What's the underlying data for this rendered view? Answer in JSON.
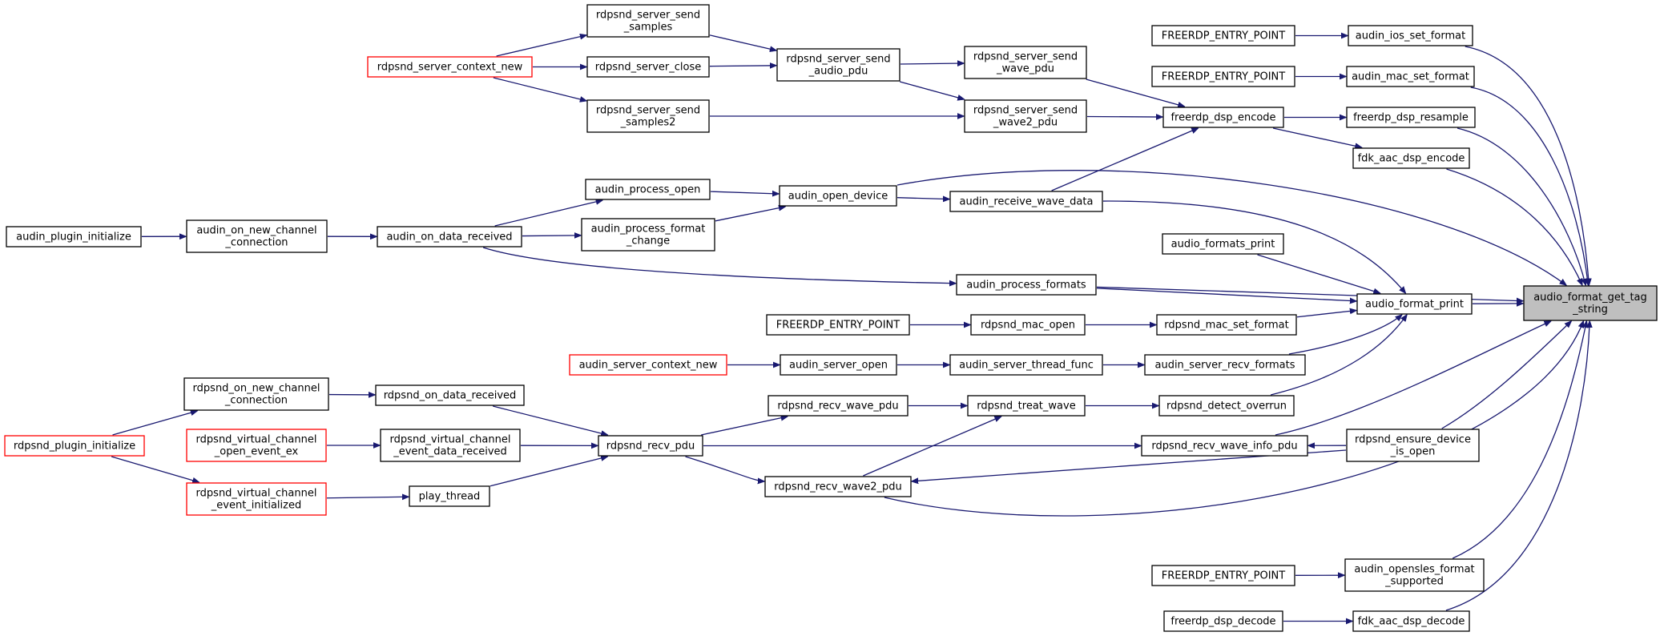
{
  "diagram": {
    "title": "",
    "colors": {
      "edge": "#191970",
      "node_border": "#000000",
      "truncated_border": "#ff0000",
      "focus_fill": "#bfbfbf",
      "background": "#ffffff"
    },
    "nodes": [
      {
        "id": "n_tag",
        "lines": [
          "audio_format_get_tag",
          "_string"
        ],
        "style": "focus"
      },
      {
        "id": "n_ios",
        "lines": [
          "audin_ios_set_format"
        ]
      },
      {
        "id": "n_fep1",
        "lines": [
          "FREERDP_ENTRY_POINT"
        ]
      },
      {
        "id": "n_macsf",
        "lines": [
          "audin_mac_set_format"
        ]
      },
      {
        "id": "n_fep2",
        "lines": [
          "FREERDP_ENTRY_POINT"
        ]
      },
      {
        "id": "n_rsmp",
        "lines": [
          "freerdp_dsp_resample"
        ]
      },
      {
        "id": "n_enc",
        "lines": [
          "freerdp_dsp_encode"
        ]
      },
      {
        "id": "n_fdke",
        "lines": [
          "fdk_aac_dsp_encode"
        ]
      },
      {
        "id": "n_wpdu",
        "lines": [
          "rdpsnd_server_send",
          "_wave_pdu"
        ]
      },
      {
        "id": "n_w2pdu",
        "lines": [
          "rdpsnd_server_send",
          "_wave2_pdu"
        ]
      },
      {
        "id": "n_apdu",
        "lines": [
          "rdpsnd_server_send",
          "_audio_pdu"
        ]
      },
      {
        "id": "n_samp",
        "lines": [
          "rdpsnd_server_send",
          "_samples"
        ]
      },
      {
        "id": "n_close",
        "lines": [
          "rdpsnd_server_close"
        ]
      },
      {
        "id": "n_samp2",
        "lines": [
          "rdpsnd_server_send",
          "_samples2"
        ]
      },
      {
        "id": "n_sctx",
        "lines": [
          "rdpsnd_server_context_new"
        ],
        "style": "red"
      },
      {
        "id": "n_recvw",
        "lines": [
          "audin_receive_wave_data"
        ]
      },
      {
        "id": "n_aopen",
        "lines": [
          "audin_open_device"
        ]
      },
      {
        "id": "n_popen",
        "lines": [
          "audin_process_open"
        ]
      },
      {
        "id": "n_pfch",
        "lines": [
          "audin_process_format",
          "_change"
        ]
      },
      {
        "id": "n_odr",
        "lines": [
          "audin_on_data_received"
        ]
      },
      {
        "id": "n_onc",
        "lines": [
          "audin_on_new_channel",
          "_connection"
        ]
      },
      {
        "id": "n_pinit",
        "lines": [
          "audin_plugin_initialize"
        ]
      },
      {
        "id": "n_fprint",
        "lines": [
          "audio_format_print"
        ]
      },
      {
        "id": "n_fsprint",
        "lines": [
          "audio_formats_print"
        ]
      },
      {
        "id": "n_pfmts",
        "lines": [
          "audin_process_formats"
        ]
      },
      {
        "id": "n_rmsf",
        "lines": [
          "rdpsnd_mac_set_format"
        ]
      },
      {
        "id": "n_rmopen",
        "lines": [
          "rdpsnd_mac_open"
        ]
      },
      {
        "id": "n_fep3",
        "lines": [
          "FREERDP_ENTRY_POINT"
        ]
      },
      {
        "id": "n_srf",
        "lines": [
          "audin_server_recv_formats"
        ]
      },
      {
        "id": "n_stf",
        "lines": [
          "audin_server_thread_func"
        ]
      },
      {
        "id": "n_sopen",
        "lines": [
          "audin_server_open"
        ]
      },
      {
        "id": "n_asctx",
        "lines": [
          "audin_server_context_new"
        ],
        "style": "red"
      },
      {
        "id": "n_ovr",
        "lines": [
          "rdpsnd_detect_overrun"
        ]
      },
      {
        "id": "n_treat",
        "lines": [
          "rdpsnd_treat_wave"
        ]
      },
      {
        "id": "n_rwpdu",
        "lines": [
          "rdpsnd_recv_wave_pdu"
        ]
      },
      {
        "id": "n_rpdu",
        "lines": [
          "rdpsnd_recv_pdu"
        ]
      },
      {
        "id": "n_rwinfo",
        "lines": [
          "rdpsnd_recv_wave_info_pdu"
        ]
      },
      {
        "id": "n_ensure",
        "lines": [
          "rdpsnd_ensure_device",
          "_is_open"
        ]
      },
      {
        "id": "n_rw2pdu",
        "lines": [
          "rdpsnd_recv_wave2_pdu"
        ]
      },
      {
        "id": "n_rodr",
        "lines": [
          "rdpsnd_on_data_received"
        ]
      },
      {
        "id": "n_ronc",
        "lines": [
          "rdpsnd_on_new_channel",
          "_connection"
        ]
      },
      {
        "id": "n_rpinit",
        "lines": [
          "rdpsnd_plugin_initialize"
        ],
        "style": "red"
      },
      {
        "id": "n_vcedr",
        "lines": [
          "rdpsnd_virtual_channel",
          "_event_data_received"
        ]
      },
      {
        "id": "n_vcoee",
        "lines": [
          "rdpsnd_virtual_channel",
          "_open_event_ex"
        ],
        "style": "red"
      },
      {
        "id": "n_play",
        "lines": [
          "play_thread"
        ]
      },
      {
        "id": "n_vcei",
        "lines": [
          "rdpsnd_virtual_channel",
          "_event_initialized"
        ],
        "style": "red"
      },
      {
        "id": "n_osl",
        "lines": [
          "audin_opensles_format",
          "_supported"
        ]
      },
      {
        "id": "n_fep4",
        "lines": [
          "FREERDP_ENTRY_POINT"
        ]
      },
      {
        "id": "n_fdkd",
        "lines": [
          "fdk_aac_dsp_decode"
        ]
      },
      {
        "id": "n_dec",
        "lines": [
          "freerdp_dsp_decode"
        ]
      }
    ],
    "edges": [
      {
        "from": "n_ios",
        "to": "n_tag"
      },
      {
        "from": "n_macsf",
        "to": "n_tag"
      },
      {
        "from": "n_rsmp",
        "to": "n_tag"
      },
      {
        "from": "n_fdke",
        "to": "n_tag"
      },
      {
        "from": "n_aopen",
        "to": "n_tag"
      },
      {
        "from": "n_pfmts",
        "to": "n_tag"
      },
      {
        "from": "n_fprint",
        "to": "n_tag"
      },
      {
        "from": "n_rwinfo",
        "to": "n_tag"
      },
      {
        "from": "n_ensure",
        "to": "n_tag"
      },
      {
        "from": "n_rw2pdu",
        "to": "n_tag"
      },
      {
        "from": "n_osl",
        "to": "n_tag"
      },
      {
        "from": "n_fdkd",
        "to": "n_tag"
      },
      {
        "from": "n_fep1",
        "to": "n_ios"
      },
      {
        "from": "n_fep2",
        "to": "n_macsf"
      },
      {
        "from": "n_enc",
        "to": "n_rsmp"
      },
      {
        "from": "n_enc",
        "to": "n_fdke"
      },
      {
        "from": "n_wpdu",
        "to": "n_enc"
      },
      {
        "from": "n_w2pdu",
        "to": "n_enc"
      },
      {
        "from": "n_recvw",
        "to": "n_enc"
      },
      {
        "from": "n_apdu",
        "to": "n_wpdu"
      },
      {
        "from": "n_apdu",
        "to": "n_w2pdu"
      },
      {
        "from": "n_samp2",
        "to": "n_w2pdu"
      },
      {
        "from": "n_samp",
        "to": "n_apdu"
      },
      {
        "from": "n_close",
        "to": "n_apdu"
      },
      {
        "from": "n_sctx",
        "to": "n_samp"
      },
      {
        "from": "n_sctx",
        "to": "n_close"
      },
      {
        "from": "n_sctx",
        "to": "n_samp2"
      },
      {
        "from": "n_aopen",
        "to": "n_recvw"
      },
      {
        "from": "n_popen",
        "to": "n_aopen"
      },
      {
        "from": "n_pfch",
        "to": "n_aopen"
      },
      {
        "from": "n_odr",
        "to": "n_popen"
      },
      {
        "from": "n_odr",
        "to": "n_pfch"
      },
      {
        "from": "n_odr",
        "to": "n_pfmts"
      },
      {
        "from": "n_onc",
        "to": "n_odr"
      },
      {
        "from": "n_pinit",
        "to": "n_onc"
      },
      {
        "from": "n_recvw",
        "to": "n_fprint"
      },
      {
        "from": "n_fsprint",
        "to": "n_fprint"
      },
      {
        "from": "n_pfmts",
        "to": "n_fprint"
      },
      {
        "from": "n_rmsf",
        "to": "n_fprint"
      },
      {
        "from": "n_srf",
        "to": "n_fprint"
      },
      {
        "from": "n_ovr",
        "to": "n_fprint"
      },
      {
        "from": "n_rmopen",
        "to": "n_rmsf"
      },
      {
        "from": "n_fep3",
        "to": "n_rmopen"
      },
      {
        "from": "n_stf",
        "to": "n_srf"
      },
      {
        "from": "n_sopen",
        "to": "n_stf"
      },
      {
        "from": "n_asctx",
        "to": "n_sopen"
      },
      {
        "from": "n_treat",
        "to": "n_ovr"
      },
      {
        "from": "n_rwpdu",
        "to": "n_treat"
      },
      {
        "from": "n_rw2pdu",
        "to": "n_treat"
      },
      {
        "from": "n_rpdu",
        "to": "n_rwpdu"
      },
      {
        "from": "n_rpdu",
        "to": "n_rwinfo"
      },
      {
        "from": "n_rpdu",
        "to": "n_rw2pdu"
      },
      {
        "from": "n_ensure",
        "to": "n_rwinfo"
      },
      {
        "from": "n_ensure",
        "to": "n_rw2pdu"
      },
      {
        "from": "n_rodr",
        "to": "n_rpdu"
      },
      {
        "from": "n_vcedr",
        "to": "n_rpdu"
      },
      {
        "from": "n_play",
        "to": "n_rpdu"
      },
      {
        "from": "n_ronc",
        "to": "n_rodr"
      },
      {
        "from": "n_rpinit",
        "to": "n_ronc"
      },
      {
        "from": "n_rpinit",
        "to": "n_vcei"
      },
      {
        "from": "n_vcoee",
        "to": "n_vcedr"
      },
      {
        "from": "n_vcei",
        "to": "n_play"
      },
      {
        "from": "n_fep4",
        "to": "n_osl"
      },
      {
        "from": "n_dec",
        "to": "n_fdkd"
      }
    ]
  }
}
